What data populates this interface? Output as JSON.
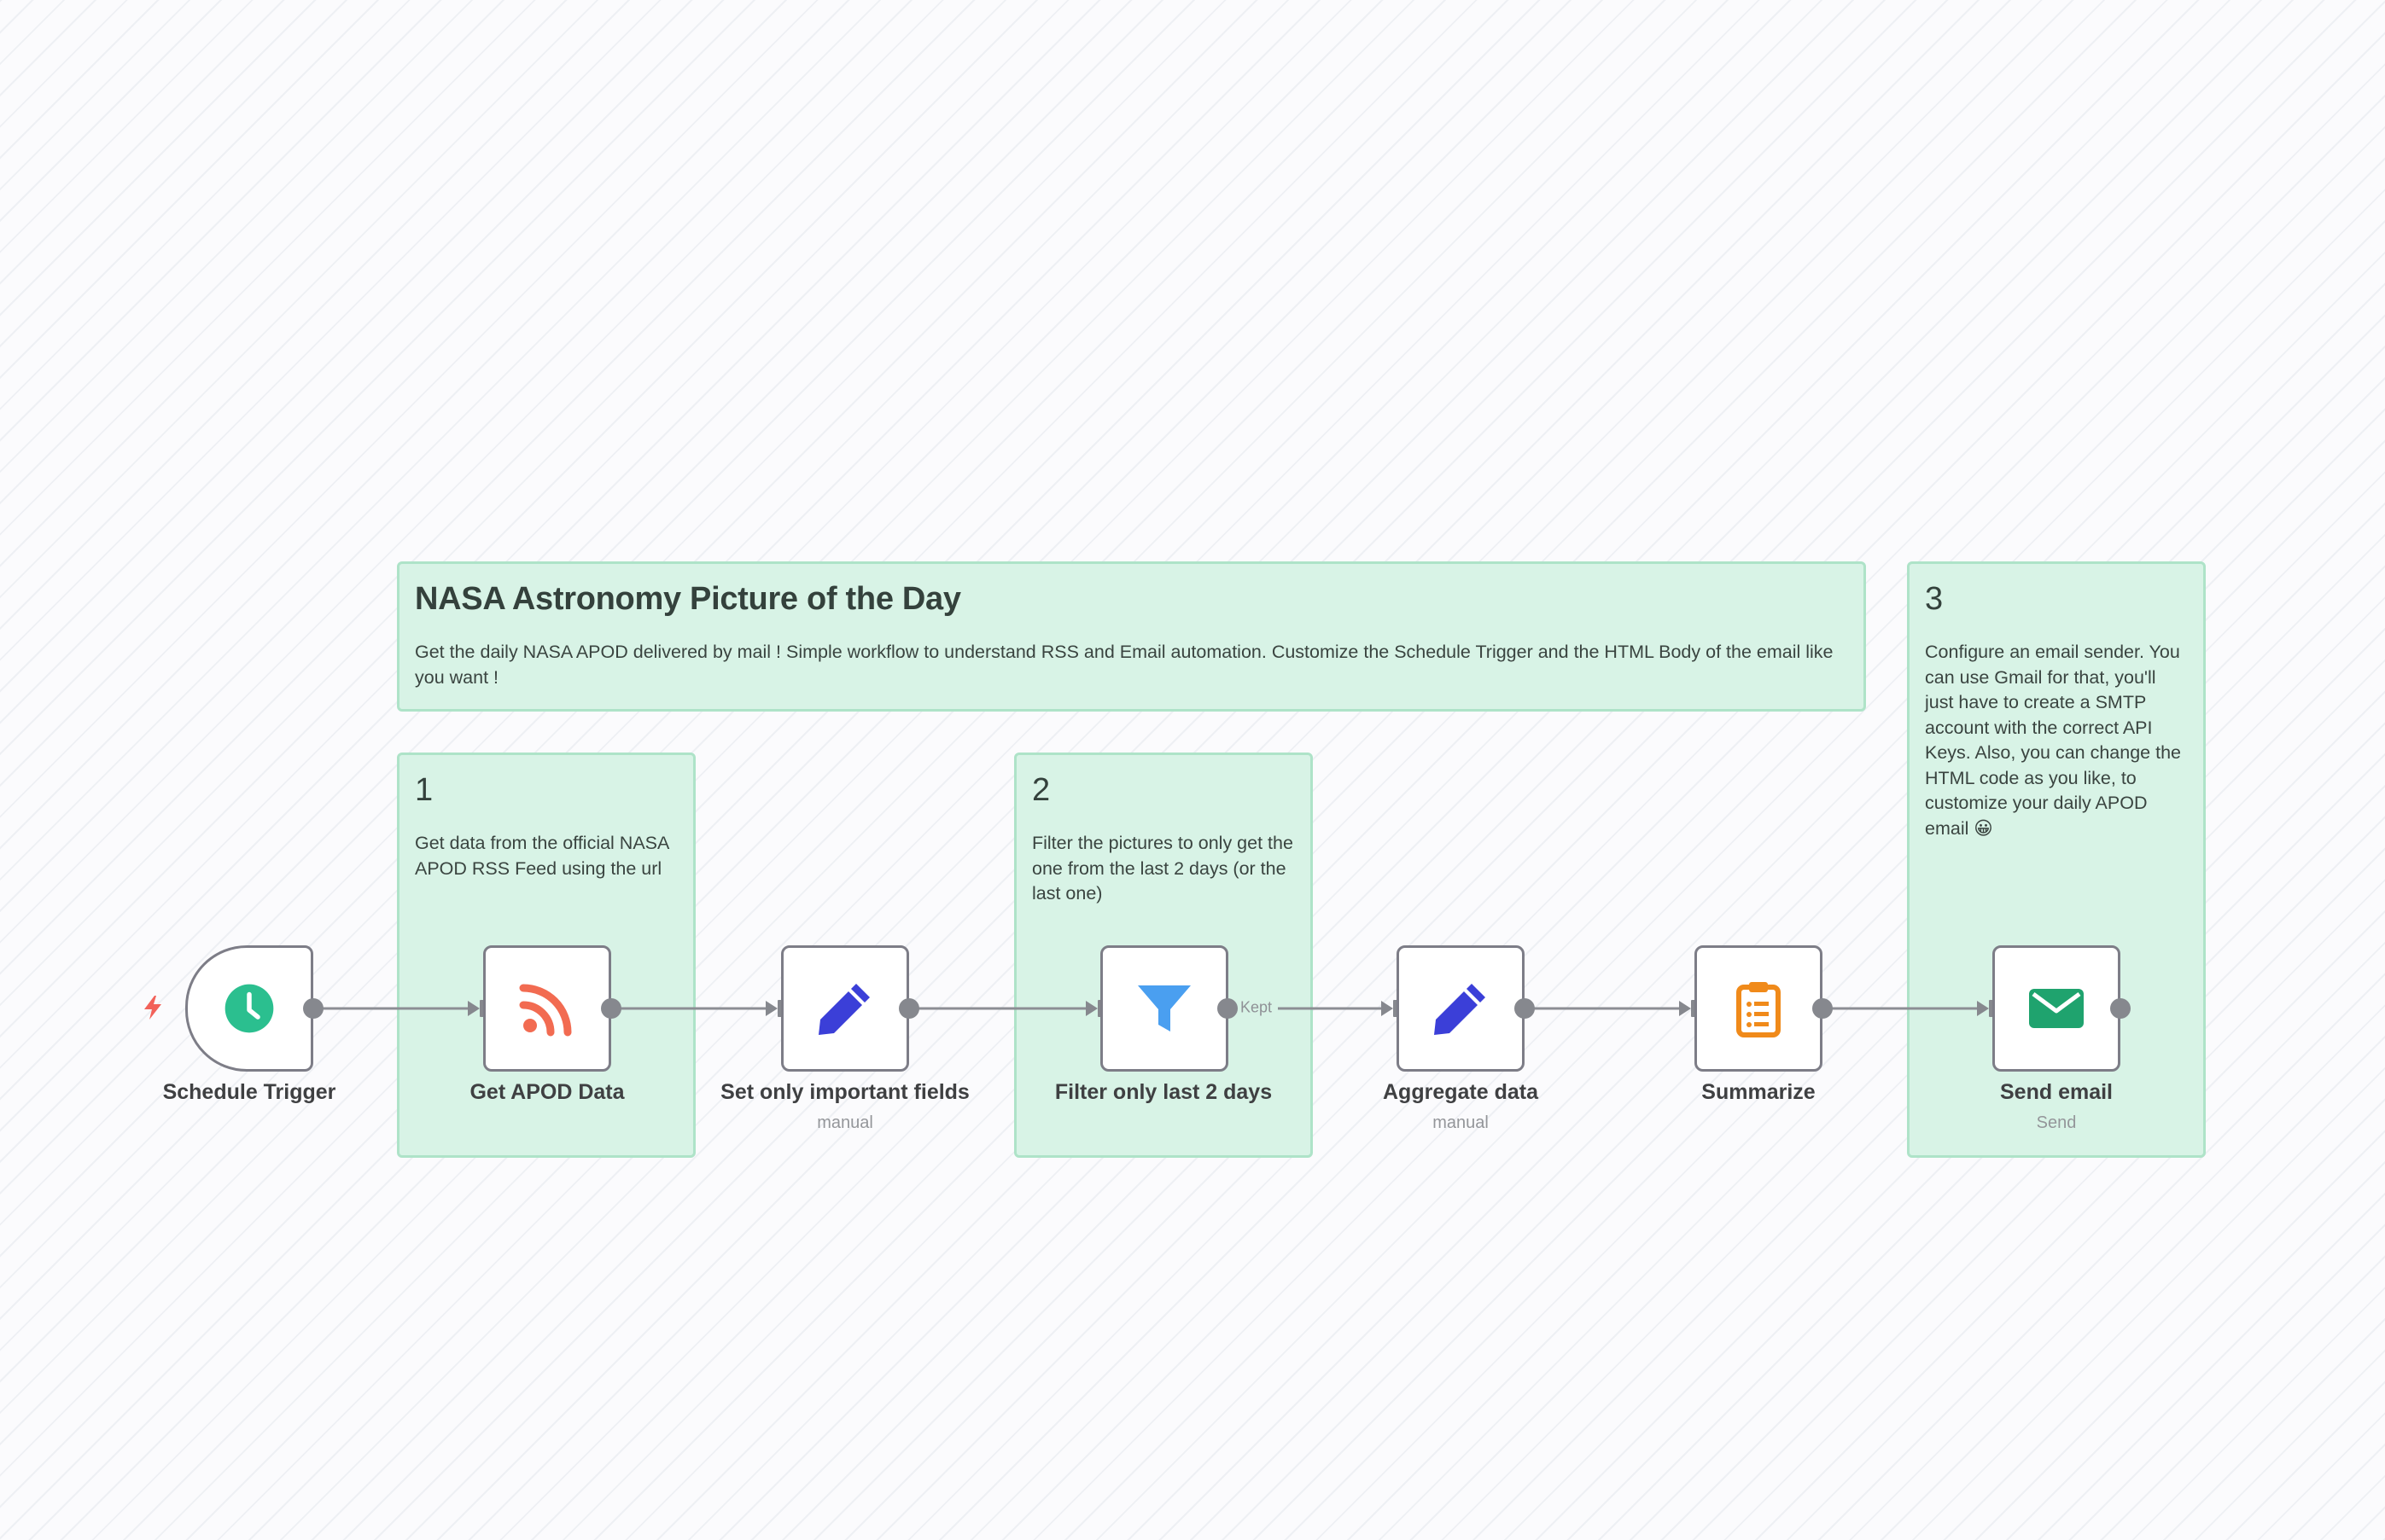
{
  "colors": {
    "sticky_bg": "#d8f3e6",
    "sticky_border": "#aee3c8",
    "node_border": "#7d7d87",
    "connector": "#8c8e94",
    "clock_icon": "#2bbf8f",
    "rss_icon": "#f26b51",
    "pencil_icon": "#3b3fd8",
    "filter_icon": "#4a9ff0",
    "summarize_icon": "#f08a1a",
    "email_icon": "#1fa36e",
    "trigger_bolt": "#f2625a"
  },
  "sticky_notes": {
    "main": {
      "title": "NASA Astronomy Picture of the Day",
      "body": "Get the daily NASA APOD delivered by mail ! Simple workflow to understand RSS and Email automation. Customize the Schedule Trigger and the HTML Body of the email like you want !"
    },
    "step1": {
      "title": "1",
      "body": "Get data from the official NASA APOD RSS Feed using the url"
    },
    "step2": {
      "title": "2",
      "body": "Filter the pictures to only get the one from the last 2 days (or the last one)"
    },
    "step3": {
      "title": "3",
      "body": "Configure an email sender. You can use Gmail for that, you'll just have to create a SMTP account with the correct API Keys. Also, you can change the HTML code as you like, to customize your daily APOD email 😀"
    }
  },
  "nodes": {
    "schedule_trigger": {
      "label": "Schedule Trigger",
      "icon": "clock-icon"
    },
    "get_apod": {
      "label": "Get APOD Data",
      "icon": "rss-icon"
    },
    "set_fields": {
      "label": "Set only important fields",
      "sublabel": "manual",
      "icon": "pencil-icon"
    },
    "filter": {
      "label": "Filter only last 2 days",
      "icon": "filter-icon",
      "output_label": "Kept"
    },
    "aggregate": {
      "label": "Aggregate data",
      "sublabel": "manual",
      "icon": "pencil-icon"
    },
    "summarize": {
      "label": "Summarize",
      "icon": "clipboard-icon"
    },
    "send_email": {
      "label": "Send email",
      "sublabel": "Send",
      "icon": "email-icon"
    }
  }
}
